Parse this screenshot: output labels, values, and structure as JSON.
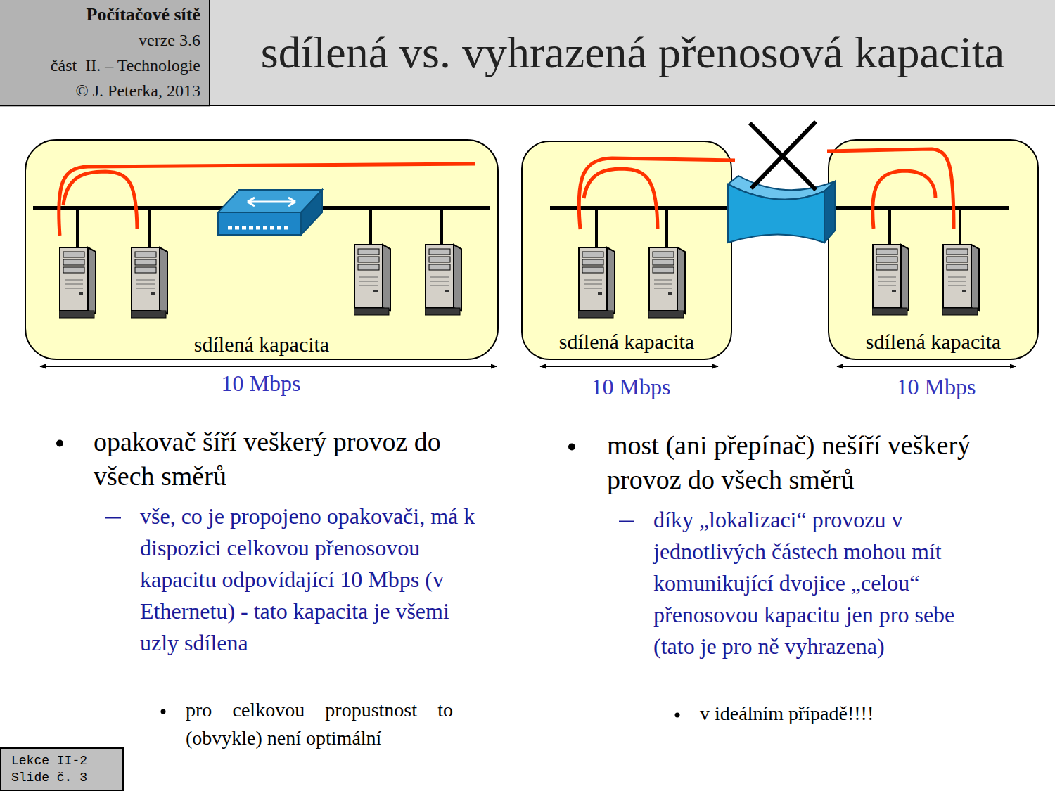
{
  "diagram": {
    "title": "sdílená vs. vyhrazená přenosová kapacita",
    "nodes": [
      {
        "text": [
          "Počítačové sítě",
          "verze 3.6",
          "část  II. – Technologie",
          "© J. Peterka, 2013"
        ]
      },
      {
        "text": [
          "sdílená kapacita"
        ]
      },
      {
        "text": [
          "sdílená kapacita"
        ]
      },
      {
        "text": [
          "sdílená kapacita"
        ]
      },
      {
        "text": [
          "Lekce II-2 Slide č. 3"
        ]
      }
    ],
    "labels": [
      "10  Mbps",
      "10  Mbps",
      "10  Mbps",
      "opakovač šíří veškerý provoz do všech směrů",
      "vše, co je propojeno opakovači, má k dispozici celkovou přenosovou kapacitu odpovídající 10 Mbps (v Ethernetu) - tato kapacita je všemi uzly sdílena",
      "pro celkovou propustnost to (obvykle) není optimální",
      "most (ani přepínač) nešíří veškerý provoz do všech směrů",
      "díky „lokalizaci“ provozu v jednotlivých částech mohou mít komunikující dvojice „celou“ přenosovou kapacitu jen pro sebe  (tato je pro ně vyhrazena)",
      "v ideálním případě!!!!"
    ]
  }
}
